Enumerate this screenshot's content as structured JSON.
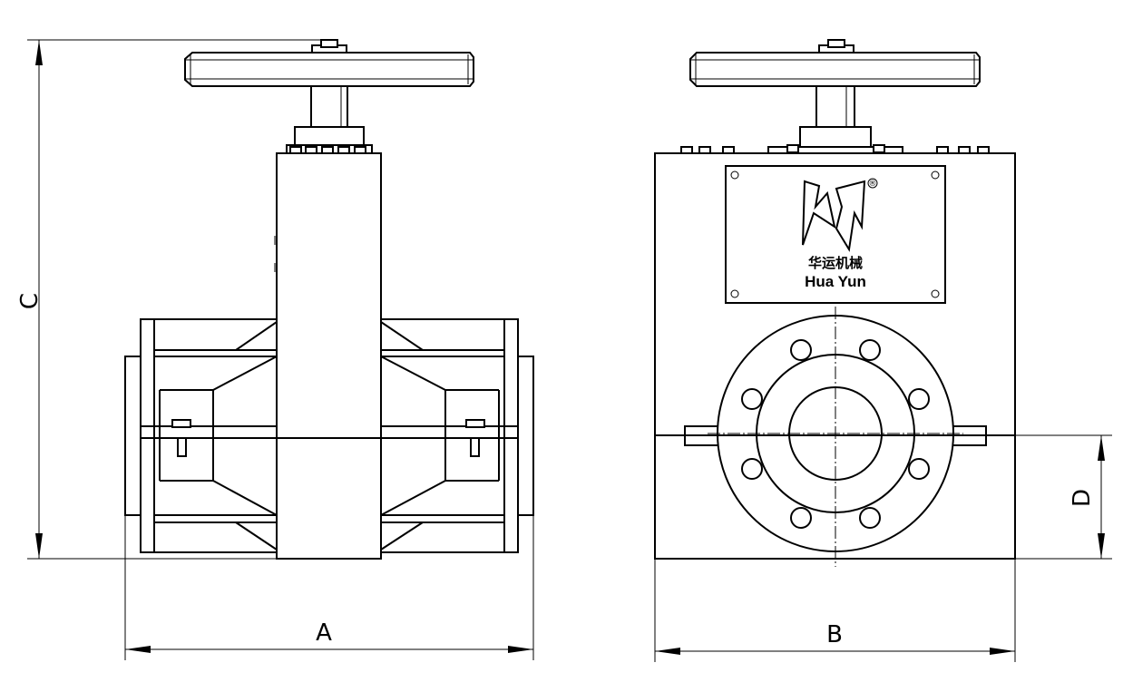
{
  "dimensions": {
    "a_label": "A",
    "b_label": "B",
    "c_label": "C",
    "d_label": "D"
  },
  "nameplate": {
    "brand_cn": "华运机械",
    "brand_en": "Hua Yun",
    "registered_mark": "®"
  },
  "colors": {
    "line": "#000000",
    "background": "#ffffff"
  },
  "icons": {
    "logo": "hy-logo-icon"
  }
}
